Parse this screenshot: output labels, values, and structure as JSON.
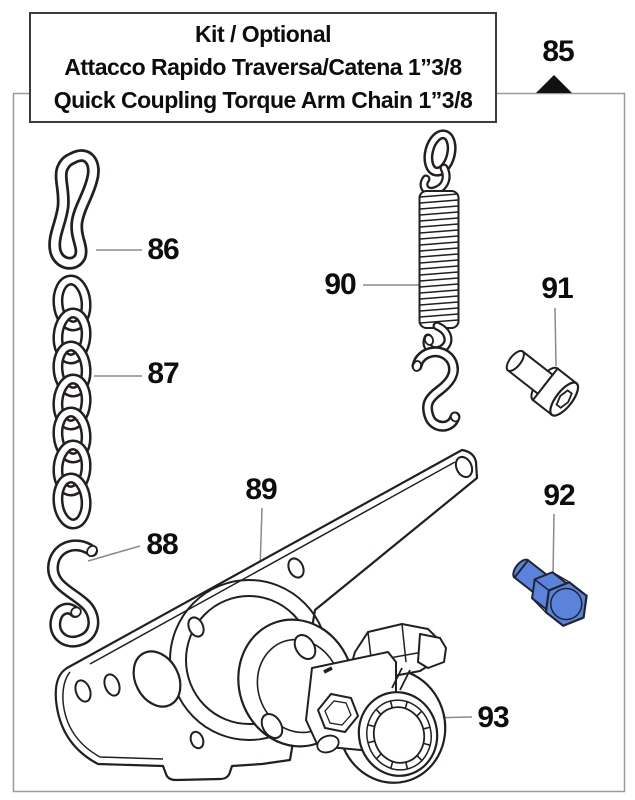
{
  "title_box": {
    "line1": "Kit / Optional",
    "line2": "Attacco Rapido Traversa/Catena 1”3/8",
    "line3": "Quick Coupling Torque Arm Chain 1”3/8"
  },
  "kit_marker": {
    "ref": "85"
  },
  "part_labels": {
    "p86": "86",
    "p87": "87",
    "p88": "88",
    "p89": "89",
    "p90": "90",
    "p91": "91",
    "p92": "92",
    "p93": "93"
  },
  "colors": {
    "highlight_part": "#5b83dc",
    "line_art": "#231f20",
    "frame_border": "#9a9a9a"
  }
}
